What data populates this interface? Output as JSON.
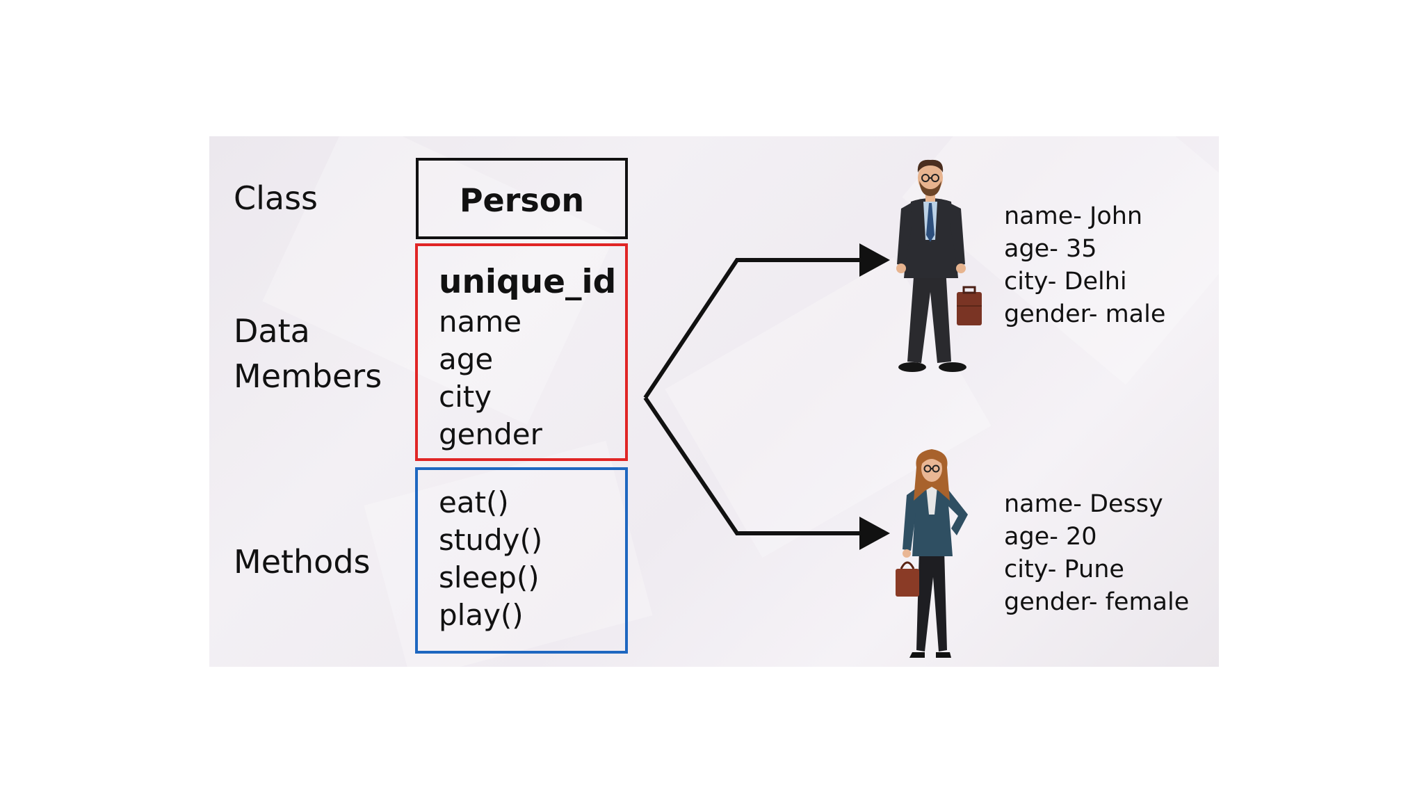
{
  "labels": {
    "class": "Class",
    "data_members_line1": "Data",
    "data_members_line2": "Members",
    "methods": "Methods"
  },
  "class_box": {
    "name": "Person"
  },
  "data_members": [
    "unique_id",
    "name",
    "age",
    "city",
    "gender"
  ],
  "methods": [
    "eat()",
    "study()",
    "sleep()",
    "play()"
  ],
  "objects": [
    {
      "figure": "businessman-icon",
      "attributes": [
        "name- John",
        "age- 35",
        "city- Delhi",
        "gender- male"
      ]
    },
    {
      "figure": "businesswoman-icon",
      "attributes": [
        "name- Dessy",
        "age- 20",
        "city- Pune",
        "gender- female"
      ]
    }
  ],
  "colors": {
    "class_border": "#111111",
    "members_border": "#e02525",
    "methods_border": "#1e67c0",
    "arrow": "#111111"
  }
}
